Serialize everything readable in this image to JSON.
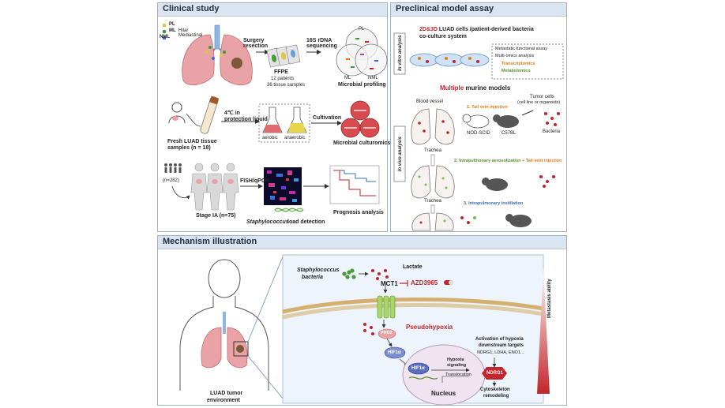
{
  "clinical": {
    "title": "Clinical study",
    "legend": {
      "pl": "PL",
      "hilar_abbr": "ML",
      "hilar": "Hilar",
      "mediastinal_abbr": "NML",
      "mediastinal": "Mediastinal"
    },
    "row1": {
      "step1": "Surgery resection",
      "ffpe": "FFPE",
      "patients": "12 patients",
      "samples": "36 tissue samples",
      "step2": "16S rDNA sequencing",
      "venn_pl": "PL",
      "venn_ml": "ML",
      "venn_nml": "NML",
      "result": "Microbial profiling"
    },
    "row2": {
      "temp": "4℃ in",
      "liquid": "protection liquid",
      "fresh1": "Fresh LUAD tissue",
      "fresh2": "samples (n = 18)",
      "aerobic": "aerobic",
      "anaerobic": "anaerobic",
      "step": "Cultivation",
      "result": "Microbial culturomics"
    },
    "row3": {
      "n": "(n=282)",
      "stage": "Stage IA (n=75)",
      "method": "FISH/qPCR",
      "detect_species": "Staphylococcus",
      "detect_rest": "load detection",
      "result": "Prognosis analysis"
    }
  },
  "preclinical": {
    "title": "Preclinical model assay",
    "invitro": {
      "side": "In vitro analysis",
      "head_prefix": "2D&3D",
      "head_rest": "LUAD cells /patient-derived bacteria",
      "head_line2": "co-culture system",
      "items": [
        "Metastatic functional assay",
        "Multi-omics analysis",
        "Transcriptomics",
        "Metabolomics"
      ]
    },
    "invivo": {
      "side": "In vivo analysis",
      "multiple_prefix": "Multiple",
      "multiple_rest": "murine models",
      "blood_vessel": "Blood vessel",
      "tumor_cells1": "Tumor cells",
      "tumor_cells2": "(cell line or organoids)",
      "m1": "1. Tail vein injection",
      "nod": "NOD-SCID",
      "c57": "C57BL",
      "bacteria": "Bacteria",
      "trachea1": "Trachea",
      "m2": "2. Intrapulmonary aerosolization",
      "m2_plus": "+ Tail vein injection",
      "trachea2": "Trachea",
      "m3": "3. Intrapulmonary instillation"
    }
  },
  "mechanism": {
    "title": "Mechanism illustration",
    "staph1": "Staphylococcus",
    "staph2": "bacteria",
    "lactate": "Lactate",
    "mct1": "MCT1",
    "drug": "AZD3965",
    "phd2": "PHD2",
    "pseudo": "Pseudohypoxia",
    "hif_top": "HIF1α",
    "hif_nuc": "HIF1α",
    "hyp1": "Hypoxia",
    "hyp2": "signaling",
    "transloc": "Translocation",
    "nucleus": "Nucleus",
    "act1": "Activation of hypoxia",
    "act2": "downstream targets",
    "targets": "NDRG1, LDHA, ENO1...",
    "ndrg1": "NDRG1",
    "cyto1": "Cytoskeleton",
    "cyto2": "remodeling",
    "metastasis": "Metastasis ability",
    "env1": "LUAD tumor",
    "env2": "environment"
  },
  "colors": {
    "header_bg": "#dbe5f1",
    "panel_border": "#9fb3c6",
    "red": "#c0262b",
    "orange": "#e07b1a",
    "green": "#5a8f2a",
    "blue": "#3d6bb3",
    "purple": "#5a4a9c"
  }
}
